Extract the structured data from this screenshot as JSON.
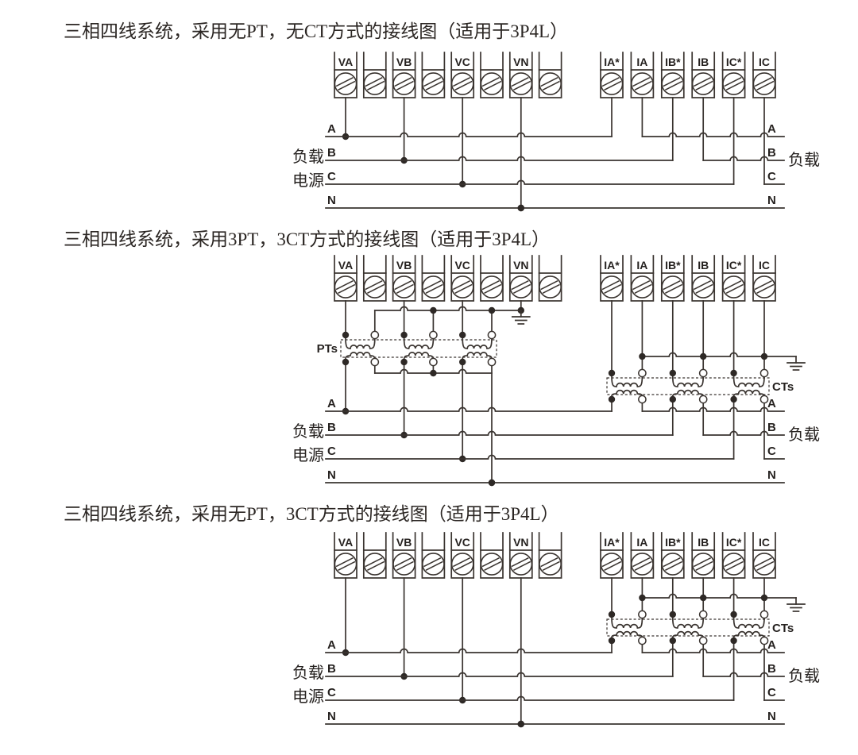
{
  "page": {
    "background": "#ffffff",
    "line_color": "#3a3430",
    "text_color": "#262220"
  },
  "sections": [
    {
      "id": 1,
      "title": "三相四线系统，采用无PT，无CT方式的接线图（适用于3P4L）",
      "uses_pt": false,
      "uses_ct": false
    },
    {
      "id": 2,
      "title": "三相四线系统，采用3PT，3CT方式的接线图（适用于3P4L）",
      "uses_pt": true,
      "uses_ct": true
    },
    {
      "id": 3,
      "title": "三相四线系统，采用无PT，3CT方式的接线图（适用于3P4L）",
      "uses_pt": false,
      "uses_ct": true
    }
  ],
  "labels": {
    "voltage_terminals": [
      "VA",
      "",
      "VB",
      "",
      "VC",
      "",
      "VN",
      ""
    ],
    "current_terminals": [
      "IA*",
      "IA",
      "IB*",
      "IB",
      "IC*",
      "IC"
    ],
    "bus_lines": [
      "A",
      "B",
      "C",
      "N"
    ],
    "left_side_top": "负载",
    "left_side_bottom": "电源",
    "right_side": "负载",
    "pt_bank": "PTs",
    "ct_bank": "CTs"
  }
}
